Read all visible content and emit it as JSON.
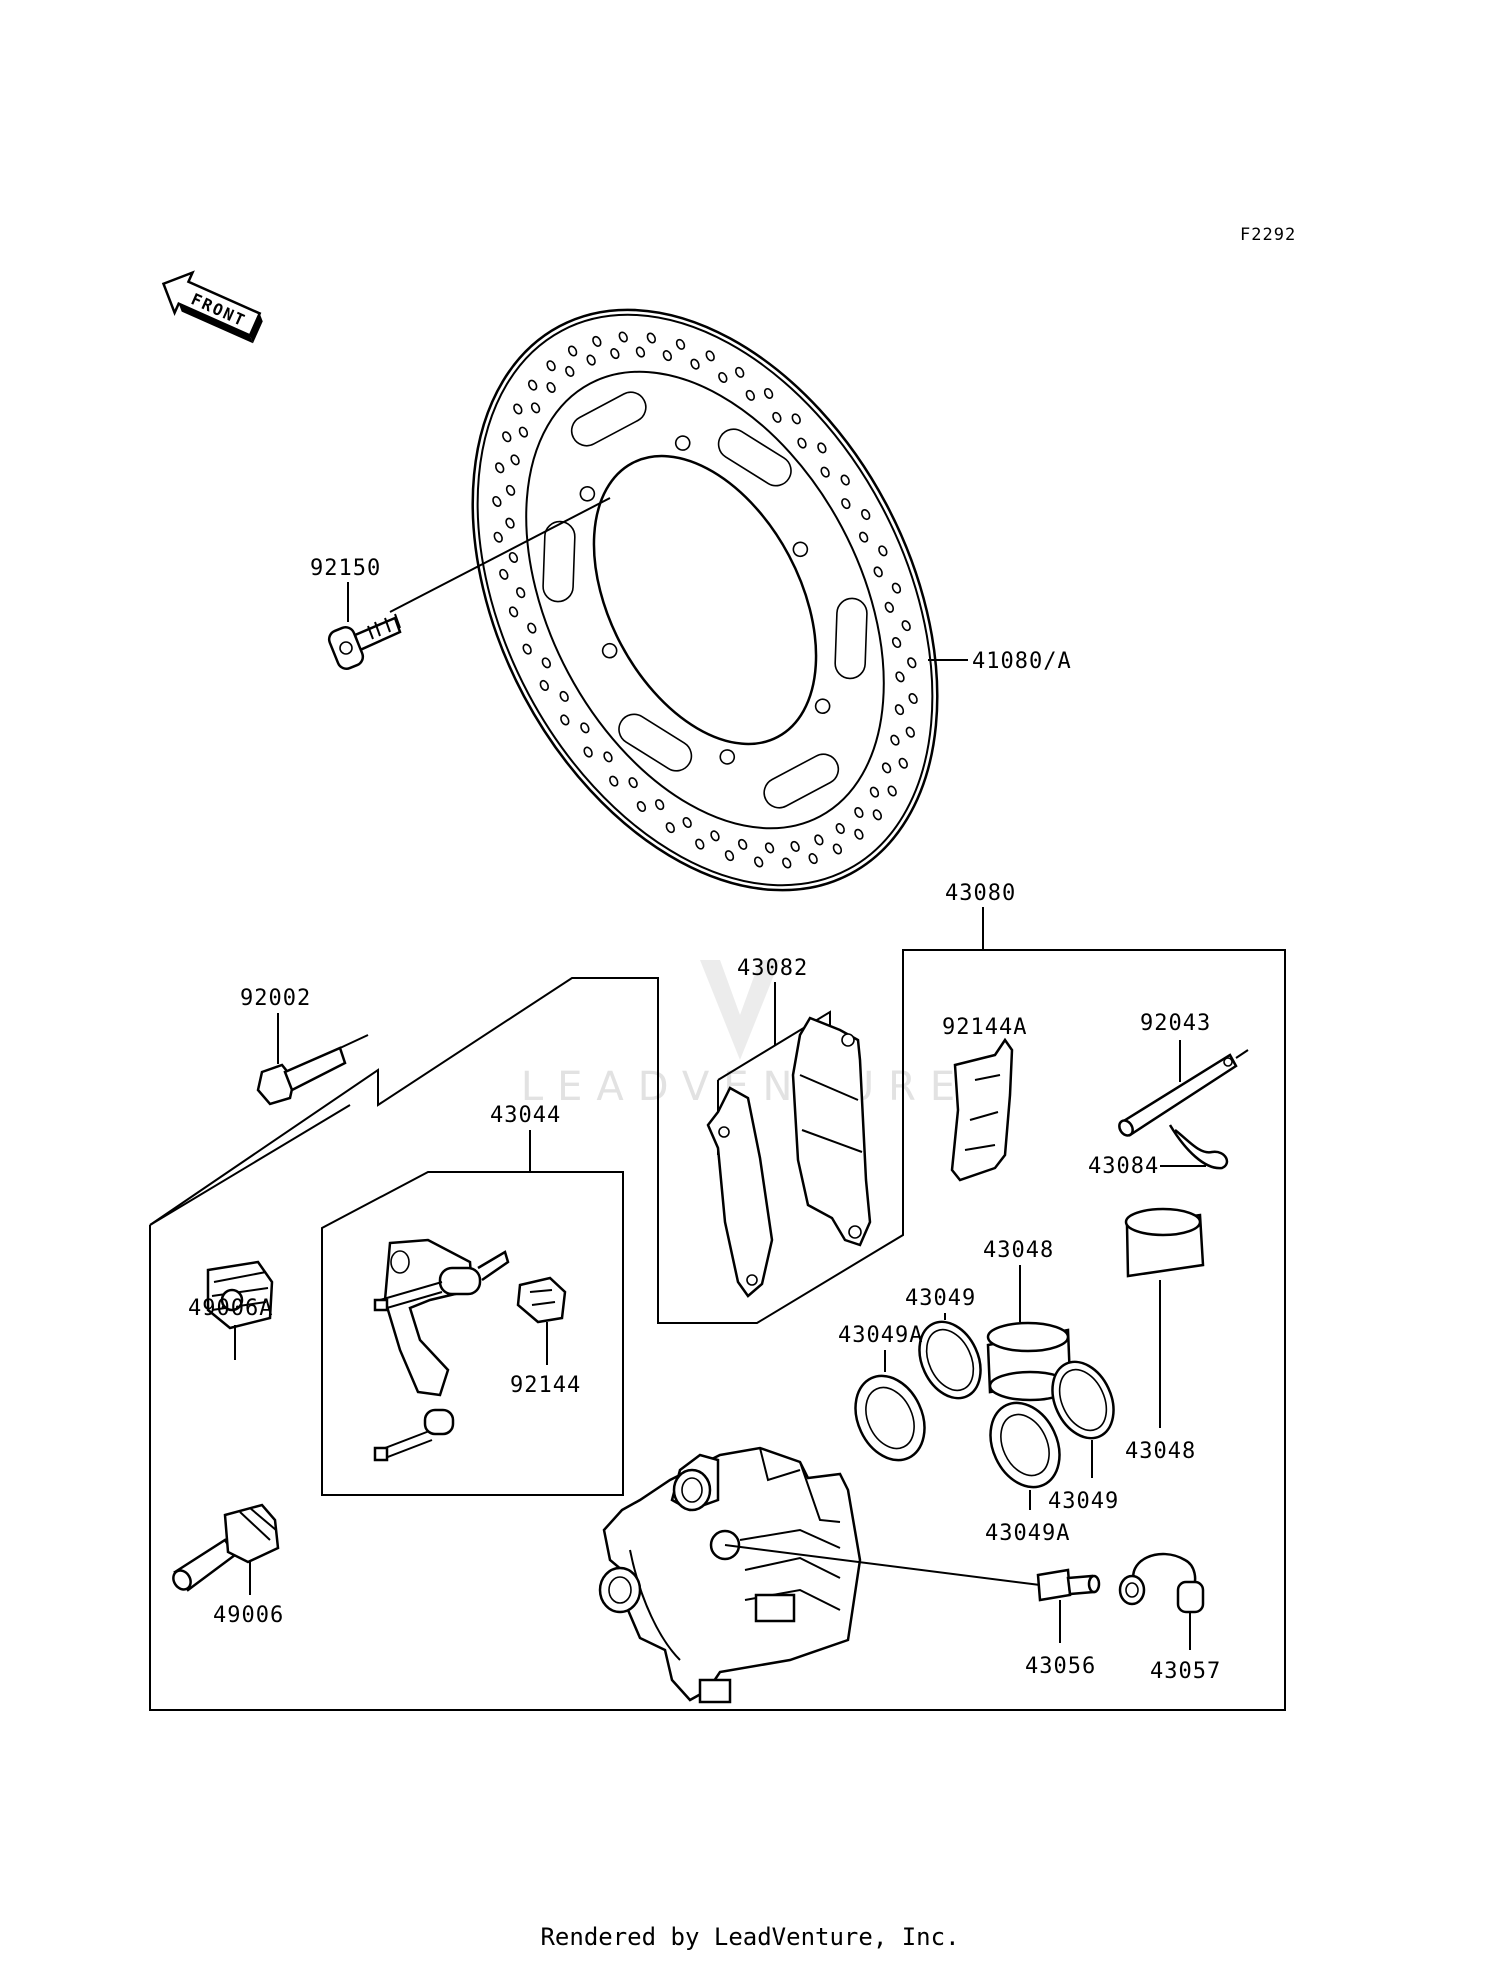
{
  "figure_code": "F2292",
  "front_label": "FRONT",
  "watermark": "LEADVENTURE",
  "footer": "Rendered by LeadVenture, Inc.",
  "parts": {
    "p92150": "92150",
    "p41080A": "41080/A",
    "p43080": "43080",
    "p43082": "43082",
    "p92002": "92002",
    "p92144A": "92144A",
    "p92043": "92043",
    "p43044": "43044",
    "p43084": "43084",
    "p43048a": "43048",
    "p49006A": "49006A",
    "p43049a": "43049",
    "p43049Aa": "43049A",
    "p92144": "92144",
    "p43048b": "43048",
    "p43049b": "43049",
    "p43049Ab": "43049A",
    "p49006": "49006",
    "p43056": "43056",
    "p43057": "43057"
  }
}
